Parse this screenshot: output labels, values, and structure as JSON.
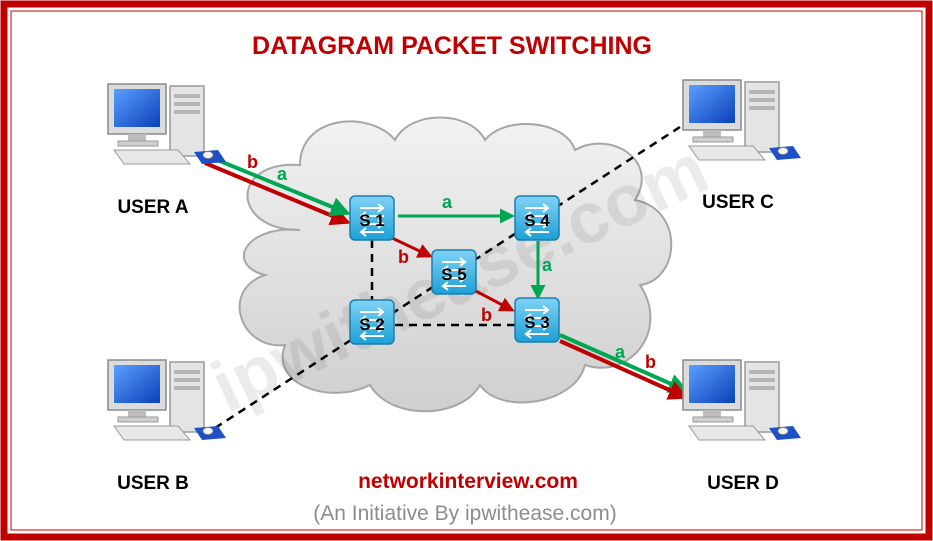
{
  "title": "DATAGRAM PACKET SWITCHING",
  "watermark": "ipwithease.com",
  "footer": {
    "site": "networkinterview.com",
    "initiative": "(An Initiative By ipwithease.com)"
  },
  "users": {
    "a": "USER A",
    "b": "USER B",
    "c": "USER C",
    "d": "USER D"
  },
  "switches": {
    "s1": "S 1",
    "s2": "S 2",
    "s3": "S 3",
    "s4": "S 4",
    "s5": "S 5"
  },
  "packets": {
    "a": "a",
    "b": "b"
  },
  "colors": {
    "frame": "#c00000",
    "title": "#c00000",
    "packet_a": "#00a651",
    "packet_b": "#c00000",
    "switch": "#29abe2",
    "cloud": "#d9d9d9"
  },
  "icons": {
    "computer": "computer-icon",
    "switch": "switch-icon",
    "cloud": "network-cloud"
  }
}
